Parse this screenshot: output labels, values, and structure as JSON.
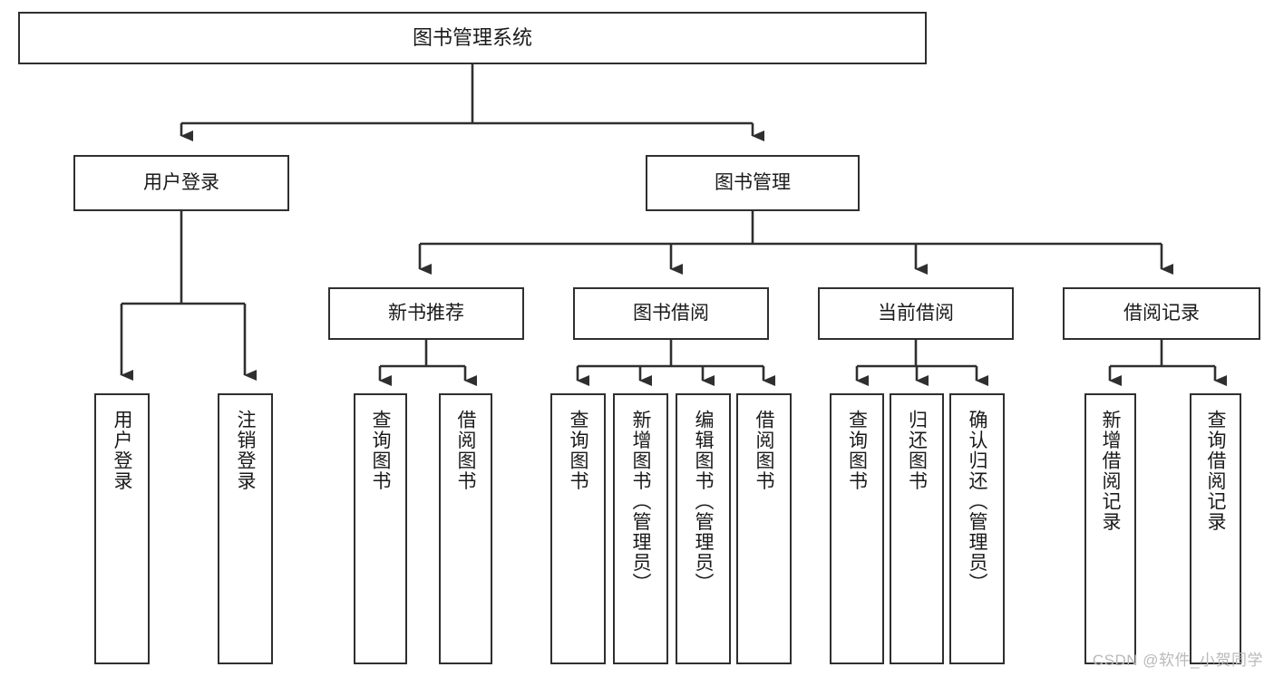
{
  "diagram": {
    "title": "图书管理系统",
    "type": "tree-hierarchy",
    "watermark": "CSDN @软件_小贺同学",
    "colors": {
      "background": "#ffffff",
      "border": "#2f2f2f",
      "connector": "#2f2f2f",
      "text": "#1a1a1a",
      "watermark": "#b9b9b9"
    },
    "nodes": {
      "root": {
        "label": "图书管理系统"
      },
      "level2": [
        {
          "id": "user-login",
          "label": "用户登录"
        },
        {
          "id": "book-management",
          "label": "图书管理"
        }
      ],
      "level3": [
        {
          "id": "new-book-recommend",
          "label": "新书推荐"
        },
        {
          "id": "book-borrow",
          "label": "图书借阅"
        },
        {
          "id": "current-borrow",
          "label": "当前借阅"
        },
        {
          "id": "borrow-record",
          "label": "借阅记录"
        }
      ],
      "leaves": {
        "user_login": [
          {
            "id": "leaf-user-login",
            "label": "用户登录"
          },
          {
            "id": "leaf-logout-login",
            "label": "注销登录"
          }
        ],
        "new_book_recommend": [
          {
            "id": "leaf-query-book-1",
            "label": "查询图书"
          },
          {
            "id": "leaf-borrow-book-1",
            "label": "借阅图书"
          }
        ],
        "book_borrow": [
          {
            "id": "leaf-query-book-2",
            "label": "查询图书"
          },
          {
            "id": "leaf-add-book",
            "label": "新增图书（管理员）"
          },
          {
            "id": "leaf-edit-book",
            "label": "编辑图书（管理员）"
          },
          {
            "id": "leaf-borrow-book-2",
            "label": "借阅图书"
          }
        ],
        "current_borrow": [
          {
            "id": "leaf-query-book-3",
            "label": "查询图书"
          },
          {
            "id": "leaf-return-book",
            "label": "归还图书"
          },
          {
            "id": "leaf-confirm-return",
            "label": "确认归还（管理员）"
          }
        ],
        "borrow_record": [
          {
            "id": "leaf-add-record",
            "label": "新增借阅记录"
          },
          {
            "id": "leaf-query-record",
            "label": "查询借阅记录"
          }
        ]
      }
    }
  }
}
